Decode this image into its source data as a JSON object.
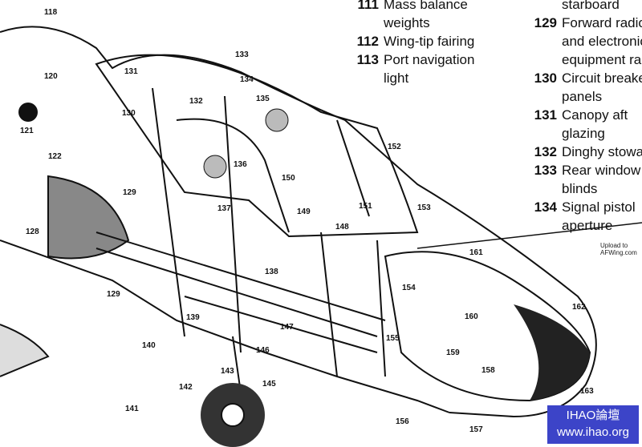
{
  "key_left": [
    {
      "num": "111",
      "text": "Mass balance\nweights"
    },
    {
      "num": "112",
      "text": "Wing-tip fairing"
    },
    {
      "num": "113",
      "text": "Port navigation\nlight"
    }
  ],
  "key_right": [
    {
      "num": "",
      "text": "starboard"
    },
    {
      "num": "129",
      "text": "Forward radio\nand electronic\nequipment rack"
    },
    {
      "num": "130",
      "text": "Circuit breaker\npanels"
    },
    {
      "num": "131",
      "text": "Canopy aft\nglazing"
    },
    {
      "num": "132",
      "text": "Dinghy stowage"
    },
    {
      "num": "133",
      "text": "Rear window\nblinds"
    },
    {
      "num": "134",
      "text": "Signal pistol\naperture"
    }
  ],
  "source_note": "Upload to\nAFWing.com",
  "watermark": {
    "line1": "IHAO論壇",
    "line2": "www.ihao.org"
  },
  "callouts": [
    "118",
    "120",
    "121",
    "122",
    "128",
    "129",
    "129",
    "130",
    "131",
    "132",
    "133",
    "134",
    "135",
    "136",
    "137",
    "138",
    "139",
    "140",
    "141",
    "142",
    "143",
    "145",
    "146",
    "147",
    "148",
    "149",
    "150",
    "151",
    "152",
    "153",
    "154",
    "155",
    "156",
    "157",
    "158",
    "159",
    "160",
    "161",
    "162",
    "163"
  ]
}
